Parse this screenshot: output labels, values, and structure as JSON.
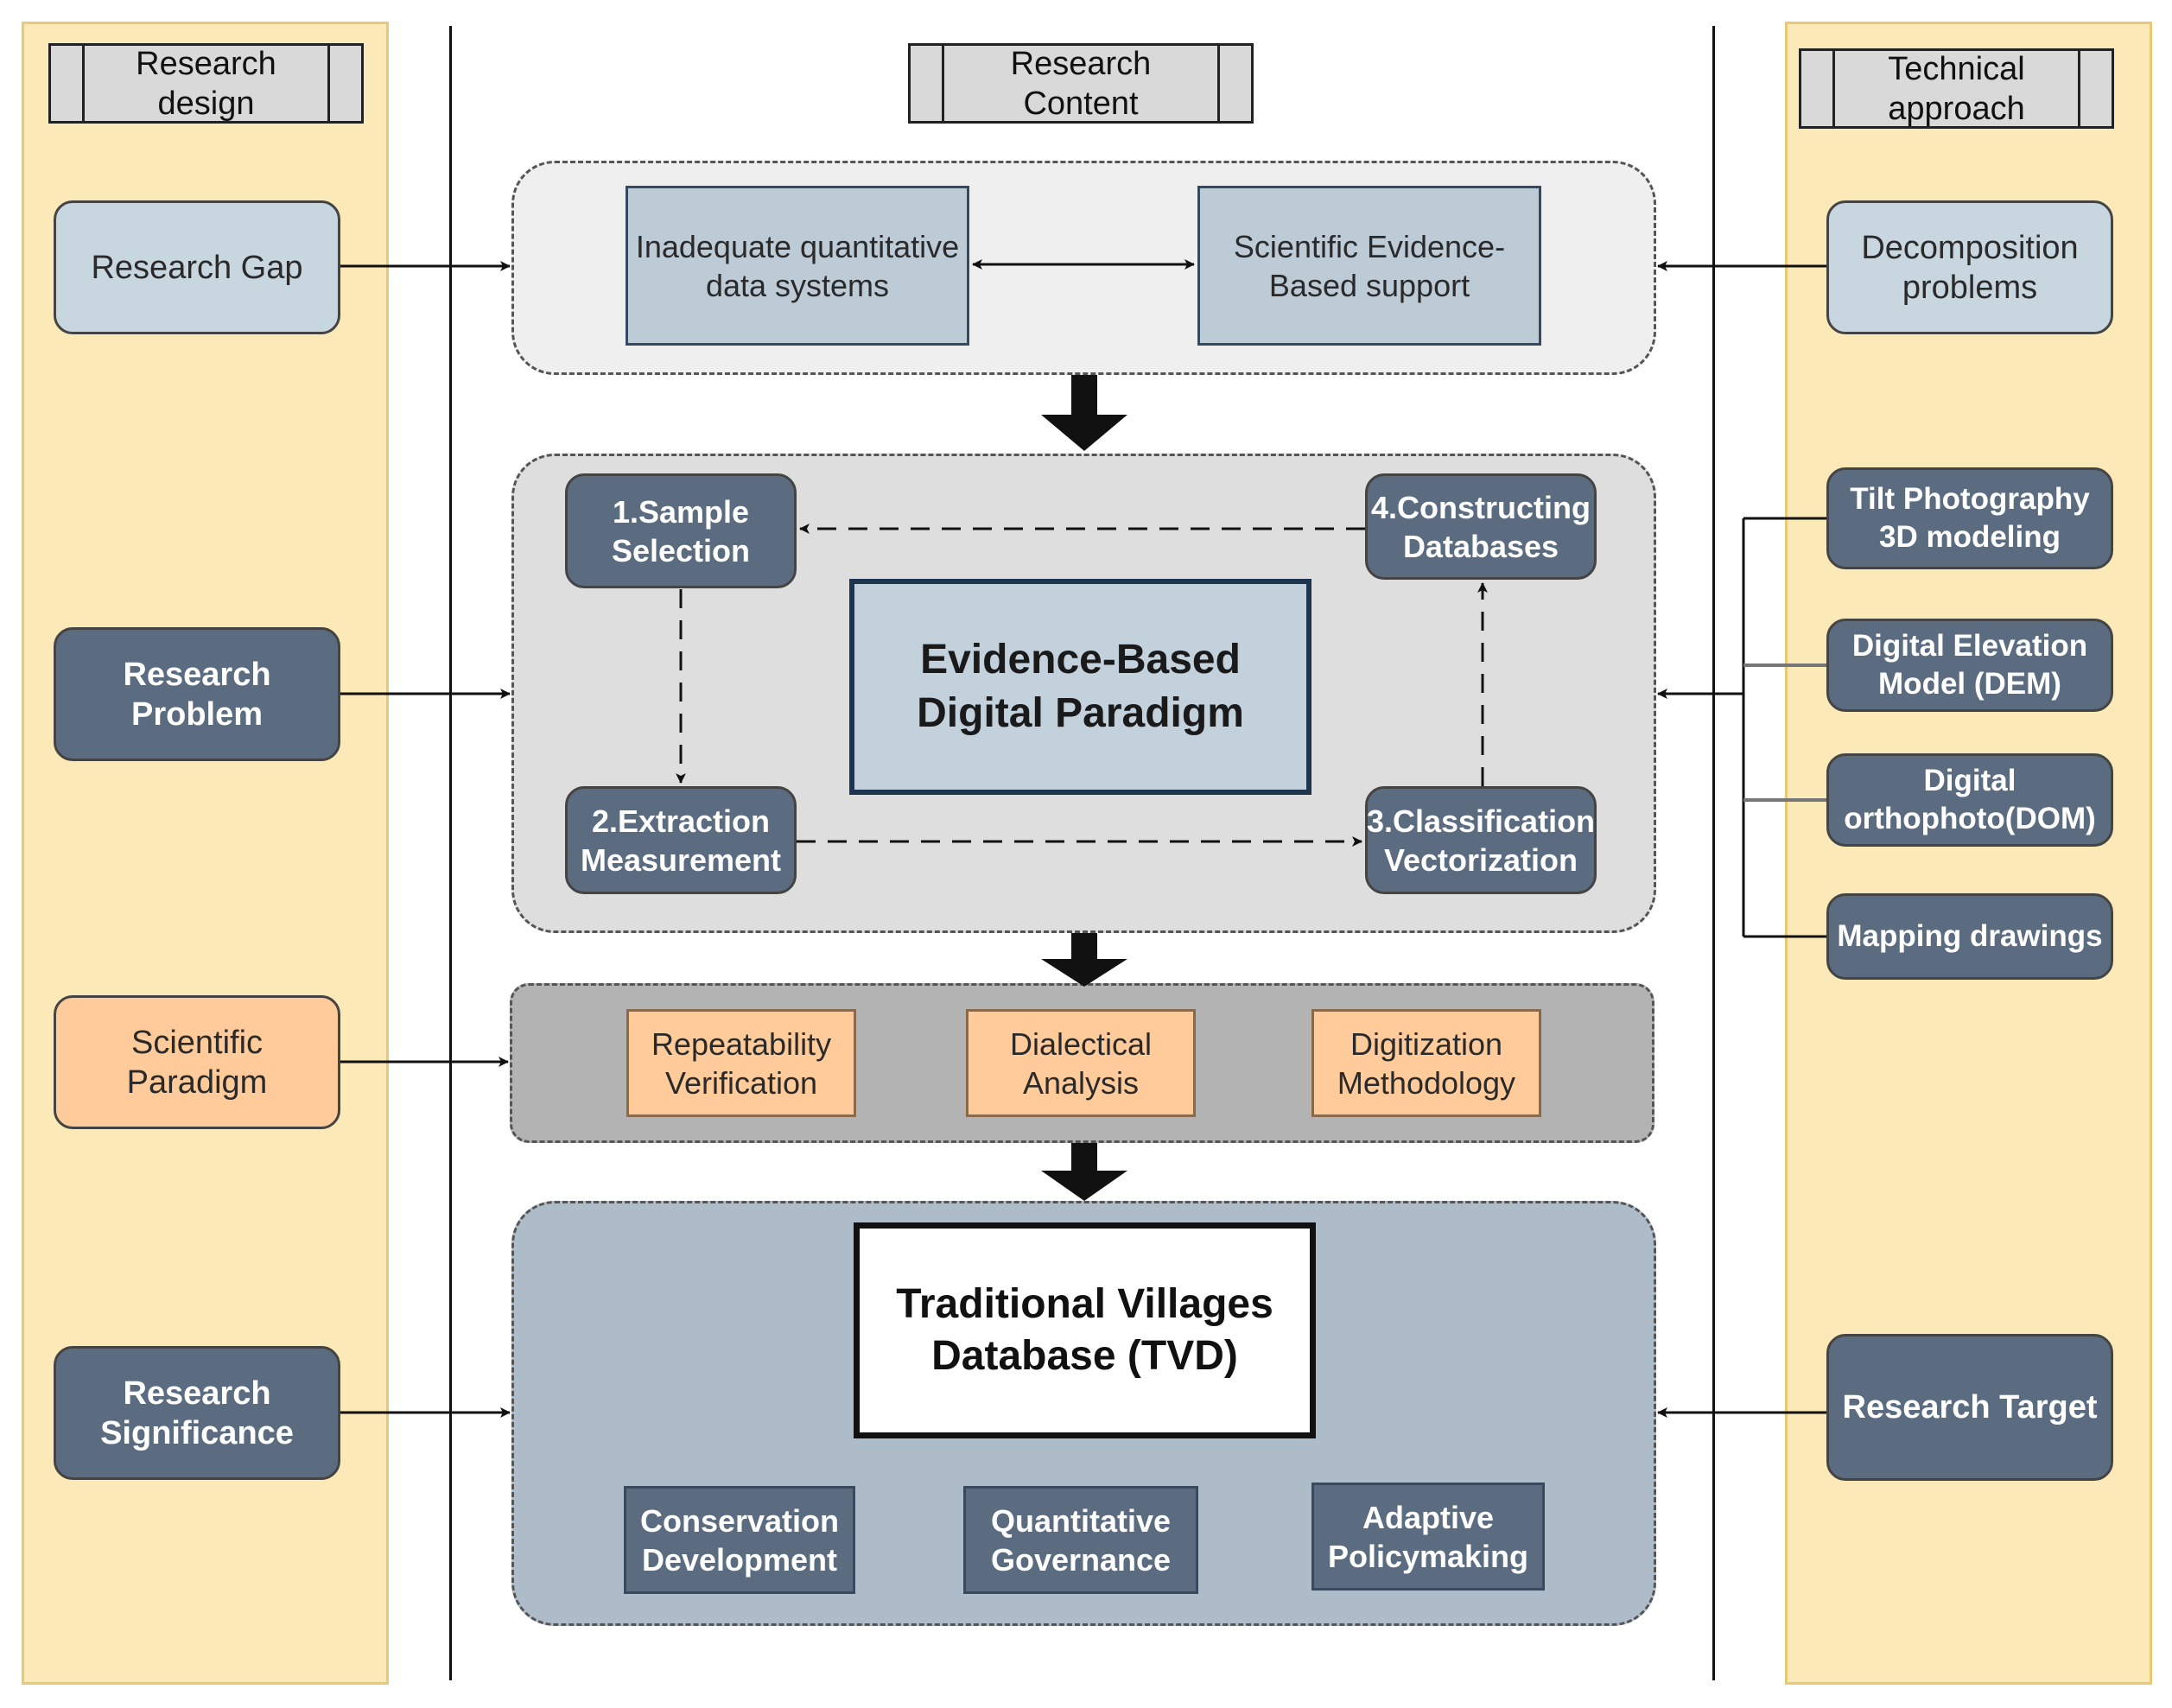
{
  "headers": {
    "left": "Research design",
    "center": "Research Content",
    "right": "Technical approach"
  },
  "left_column": {
    "gap": "Research Gap",
    "problem": "Research Problem",
    "paradigm": "Scientific Paradigm",
    "significance": "Research Significance"
  },
  "right_column": {
    "decomposition": "Decomposition problems",
    "tilt": "Tilt Photography 3D modeling",
    "dem": "Digital Elevation Model (DEM)",
    "dom": "Digital orthophoto(DOM)",
    "mapping": "Mapping drawings",
    "target": "Research Target"
  },
  "gap_group": {
    "left_box": "Inadequate quantitative data systems",
    "right_box": "Scientific Evidence-Based support"
  },
  "paradigm_group": {
    "title": "Evidence-Based Digital  Paradigm",
    "step1": "1.Sample Selection",
    "step2": "2.Extraction Measurement",
    "step3": "3.Classification Vectorization",
    "step4": "4.Constructing Databases"
  },
  "method_group": {
    "box1": "Repeatability Verification",
    "box2": "Dialectical Analysis",
    "box3": "Digitization Methodology"
  },
  "tvd_group": {
    "title": "Traditional Villages Database (TVD)",
    "box1": "Conservation Development",
    "box2": "Quantitative Governance",
    "box3": "Adaptive Policymaking"
  },
  "colors": {
    "column_bg": "#fbe9b7",
    "light_box": "#c8d6e0",
    "dark_box": "#5b6c80",
    "orange_box": "#ffcb9a"
  }
}
